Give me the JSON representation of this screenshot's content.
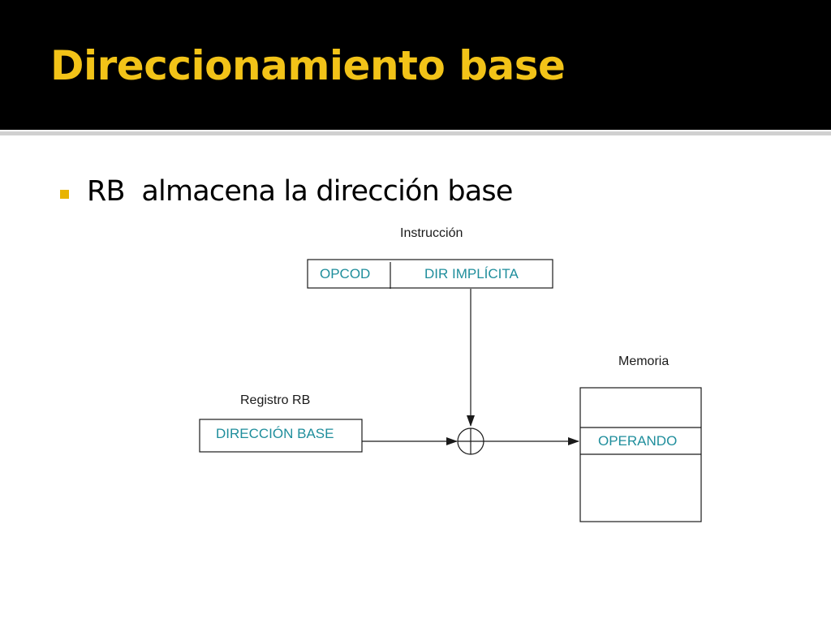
{
  "slide": {
    "title": "Direccionamiento base",
    "bullet": "RB  almacena la dirección base"
  },
  "diagram": {
    "instruction": {
      "label": "Instrucción",
      "opcode": "OPCOD",
      "address": "DIR IMPLÍCITA"
    },
    "register": {
      "label": "Registro RB",
      "content": "DIRECCIÓN BASE"
    },
    "memory": {
      "label": "Memoria",
      "operand": "OPERANDO"
    }
  },
  "colors": {
    "title": "#f2c318",
    "bullet": "#e8b400",
    "field_text": "#1f8e9c",
    "header_bg": "#000000"
  }
}
